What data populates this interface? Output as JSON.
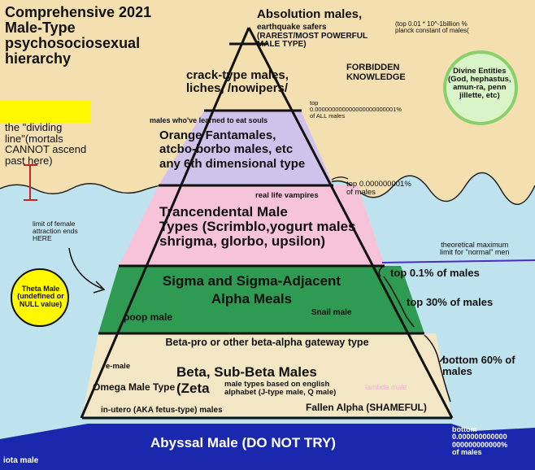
{
  "title": "Comprehensive 2021\nMale-Type\npsychosociosexual\nhierarchy",
  "colors": {
    "sky": "#f3dfb0",
    "sea": "#bfe3ee",
    "abyss": "#1a28ad",
    "pink": "#f7c3d9",
    "green": "#2e9a52",
    "lavender": "#cfc3ec",
    "tan": "#f3e6c4",
    "highlight": "#fff800",
    "divine": "#d9f5c7"
  },
  "apex": {
    "name": "Absolution males,",
    "sub": "earthquake safers\n(RAREST/MOST POWERFUL\nMALE TYPE)",
    "stat": "(top 0.01 * 10^-1billion %\nplanck constant of males("
  },
  "tiers": {
    "crack": "crack-type males,\nliches, /nowipers/",
    "orange": "Orange Fantamales,\natcbo-borbo males, etc\nany 6th dimensional type",
    "orange_note": "males who've learned to eat souls",
    "trans": "Trancendental Male\nTypes (Scrimblo,yogurt males\nshrigma, glorbo, upsilon)",
    "trans_note": "real life vampires",
    "sigma": "Sigma and Sigma-Adjacent\nAlpha Meals",
    "sigma_poop": "poop male",
    "sigma_snail": "Snail male",
    "beta_pro": "Beta-pro or other beta-alpha gateway type",
    "beta_main": "Beta, Sub-Beta Males\n(Zeta",
    "omega": "Omega Male Type",
    "emale": "e-male",
    "english": "male types based on english\nalphabet (J-type male, Q male)",
    "lambda": "lambda male",
    "inutero": "in-utero (AKA fetus-type) males",
    "fallen": "Fallen Alpha (SHAMEFUL)",
    "abyssal": "Abyssal Male (DO NOT TRY)"
  },
  "forbidden": "FORBIDDEN\nKNOWLEDGE",
  "divine": "Divine Entities\n(God, hephastus,\namun-ra, penn\njillette, etc)",
  "stats": {
    "all": "top\n0.000000000000000000000001%\nof ALL males",
    "s9": "top 0.000000001%\nof males",
    "theoretical": "theoretical maximum\nlimit for \"normal\" men",
    "p01": "top 0.1% of males",
    "p30": "top 30% of males",
    "p60": "bottom 60% of\nmales",
    "bottom": "bottom\n0.000000000000\n000000000000%\nof males"
  },
  "dividing": "the  \"dividing\nline\"(mortals\nCANNOT ascend\npast here)",
  "female_limit": "limit of  female\nattraction  ends\nHERE",
  "theta": "Theta Male\n(undefined or\nNULL value)",
  "iota": "iota male"
}
